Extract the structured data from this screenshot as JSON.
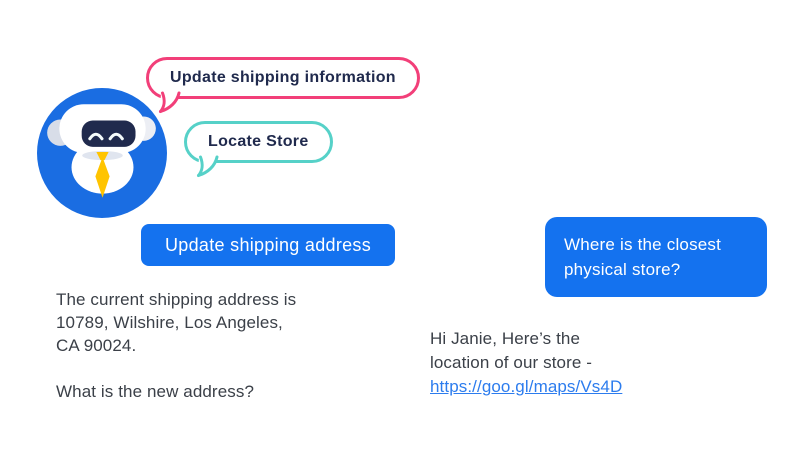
{
  "theme": {
    "bg": "#ffffff",
    "avatar-blue": "#1A6DE2",
    "ui-blue": "#1472EF",
    "pink": "#F23F79",
    "teal": "#56D1C8",
    "navy": "#202A4D",
    "gold": "#FFC400",
    "ear-gray": "#D8DDE8",
    "body-text": "#3B4048",
    "link-blue": "#2C7CEE"
  },
  "avatar": {
    "name": "chatbot robot avatar"
  },
  "quick_replies": {
    "shipping": {
      "label": "Update shipping information"
    },
    "locate": {
      "label": "Locate Store"
    }
  },
  "left_conversation": {
    "user_action": "Update shipping address",
    "bot_reply_lines": {
      "0": "The current shipping address is",
      "1": "10789, Wilshire, Los Angeles,",
      "2": "CA 90024."
    },
    "bot_question": "What is the new address?"
  },
  "right_conversation": {
    "user_message_lines": {
      "0": "Where is the closest",
      "1": "physical store?"
    },
    "bot_reply_lines": {
      "0": "Hi Janie, Here’s the",
      "1": "location of our store -"
    },
    "link": "https://goo.gl/maps/Vs4D"
  }
}
